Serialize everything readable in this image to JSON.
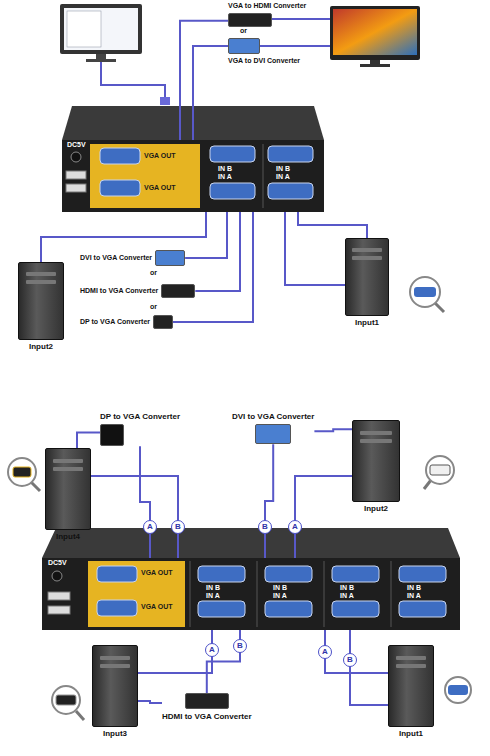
{
  "diagram": {
    "nodes": [
      {
        "text": [
          "DC5V",
          "VGA OUT",
          "VGA OUT",
          "IN B",
          "IN A",
          "IN B",
          "IN A"
        ]
      },
      {
        "text": [
          "VGA to HDMI Converter"
        ]
      },
      {
        "text": [
          "VGA to DVI Converter"
        ]
      },
      {
        "text": [
          "Input1"
        ]
      },
      {
        "text": [
          "Input2"
        ]
      },
      {
        "text": [
          "DVI to VGA Converter"
        ]
      },
      {
        "text": [
          "HDMI to VGA Converter"
        ]
      },
      {
        "text": [
          "DP to VGA Converter"
        ]
      },
      {
        "text": [
          "DP to VGA Converter"
        ]
      },
      {
        "text": [
          "Input4"
        ]
      },
      {
        "text": [
          "DVI to VGA Converter"
        ]
      },
      {
        "text": [
          "Input2"
        ]
      },
      {
        "text": [
          "DC5V",
          "VGA OUT",
          "VGA OUT",
          "IN B",
          "IN A",
          "IN B",
          "IN A",
          "IN B",
          "IN A",
          "IN B",
          "IN A"
        ]
      },
      {
        "text": [
          "Input3"
        ]
      },
      {
        "text": [
          "HDMI to VGA Converter"
        ]
      },
      {
        "text": [
          "Input1"
        ]
      }
    ],
    "edges": [
      {
        "from": 0,
        "to": 1,
        "arrow": "none"
      },
      {
        "from": 0,
        "to": 2,
        "arrow": "none"
      },
      {
        "from": 3,
        "to": 0,
        "arrow": "none"
      },
      {
        "from": 4,
        "to": 0,
        "arrow": "none"
      },
      {
        "from": 5,
        "to": 0,
        "arrow": "none"
      },
      {
        "from": 6,
        "to": 0,
        "arrow": "none"
      },
      {
        "from": 7,
        "to": 0,
        "arrow": "none"
      },
      {
        "from": 8,
        "to": 12,
        "arrow": "none"
      },
      {
        "from": 9,
        "to": 8,
        "arrow": "none"
      },
      {
        "from": 9,
        "to": 12,
        "arrow": "none"
      },
      {
        "from": 10,
        "to": 12,
        "arrow": "none"
      },
      {
        "from": 11,
        "to": 10,
        "arrow": "none"
      },
      {
        "from": 11,
        "to": 12,
        "arrow": "none"
      },
      {
        "from": 13,
        "to": 14,
        "arrow": "none"
      },
      {
        "from": 13,
        "to": 12,
        "arrow": "none"
      },
      {
        "from": 14,
        "to": 12,
        "arrow": "none"
      },
      {
        "from": 15,
        "to": 12,
        "arrow": "none"
      }
    ],
    "labels": [
      "or",
      "or",
      "or",
      "A",
      "B",
      "B",
      "A",
      "A",
      "B",
      "A",
      "B"
    ]
  }
}
